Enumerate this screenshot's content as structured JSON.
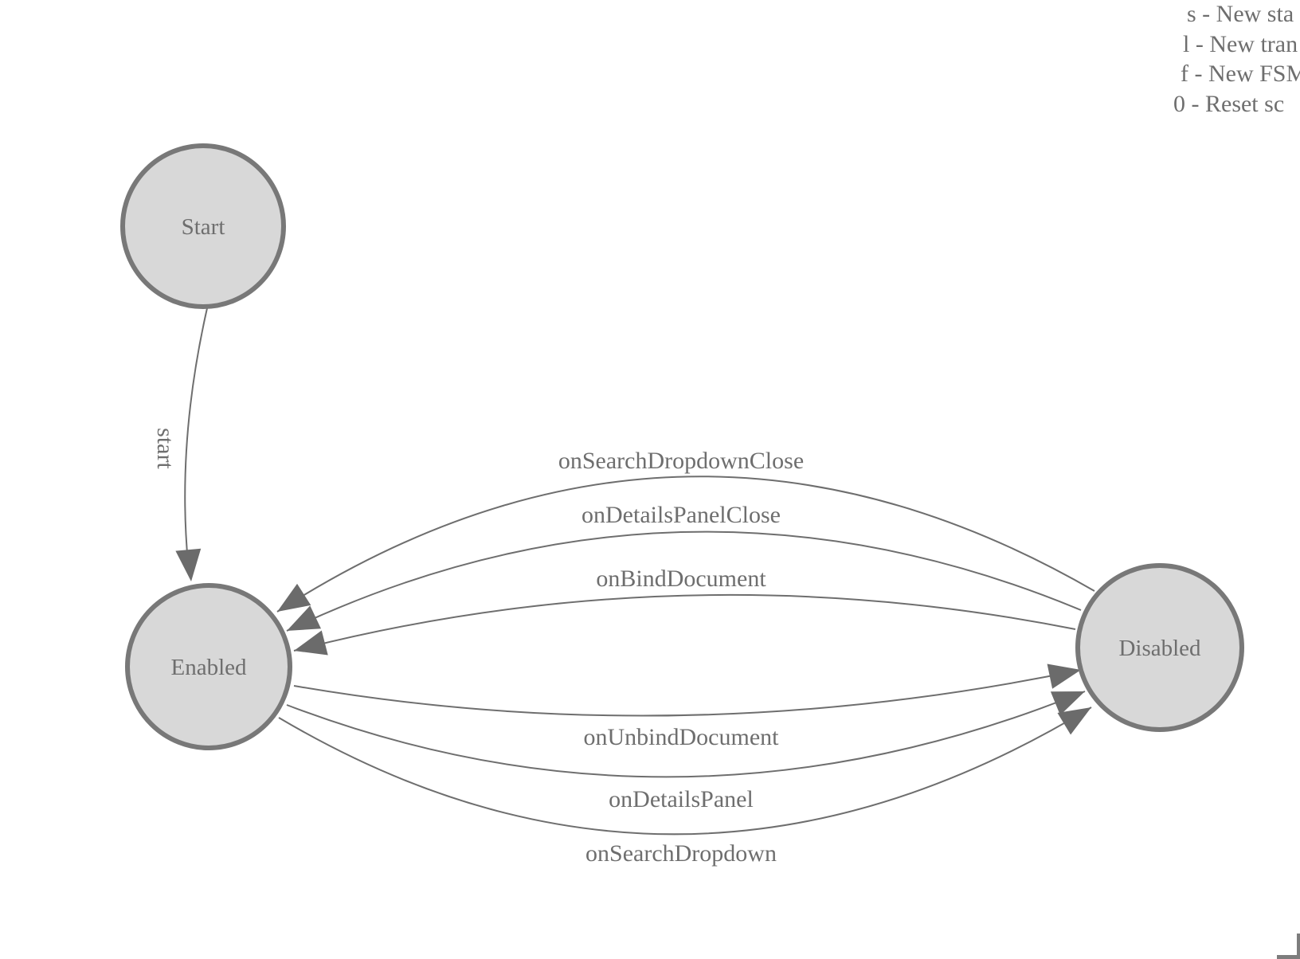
{
  "app": {
    "description": "Finite state machine diagram canvas"
  },
  "colors": {
    "background": "#ffffff",
    "node_fill": "#d8d8d8",
    "node_stroke": "#787878",
    "edge": "#6e6e6e",
    "arrow": "#6b6b6b",
    "text": "#6e6e6e"
  },
  "legend": {
    "items": [
      "s - New sta",
      "l - New tran",
      "f - New FSM",
      "0 - Reset sc"
    ]
  },
  "nodes": [
    {
      "id": "start",
      "label": "Start"
    },
    {
      "id": "enabled",
      "label": "Enabled"
    },
    {
      "id": "disabled",
      "label": "Disabled"
    }
  ],
  "edges": [
    {
      "from": "Start",
      "to": "Enabled",
      "label": "start"
    },
    {
      "from": "Disabled",
      "to": "Enabled",
      "label": "onSearchDropdownClose"
    },
    {
      "from": "Disabled",
      "to": "Enabled",
      "label": "onDetailsPanelClose"
    },
    {
      "from": "Disabled",
      "to": "Enabled",
      "label": "onBindDocument"
    },
    {
      "from": "Enabled",
      "to": "Disabled",
      "label": "onUnbindDocument"
    },
    {
      "from": "Enabled",
      "to": "Disabled",
      "label": "onDetailsPanel"
    },
    {
      "from": "Enabled",
      "to": "Disabled",
      "label": "onSearchDropdown"
    }
  ]
}
